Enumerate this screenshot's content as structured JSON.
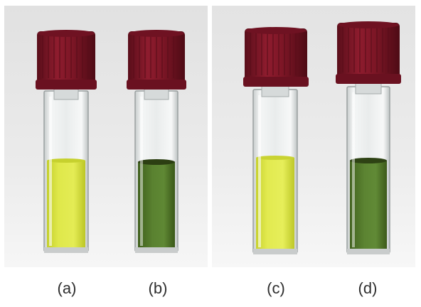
{
  "labels": {
    "a": "(a)",
    "b": "(b)",
    "c": "(c)",
    "d": "(d)"
  },
  "colors": {
    "cap": "#7d1626",
    "solution_yellow": "#d9e33a",
    "solution_green": "#557c2c",
    "background": "#ebebeb"
  }
}
